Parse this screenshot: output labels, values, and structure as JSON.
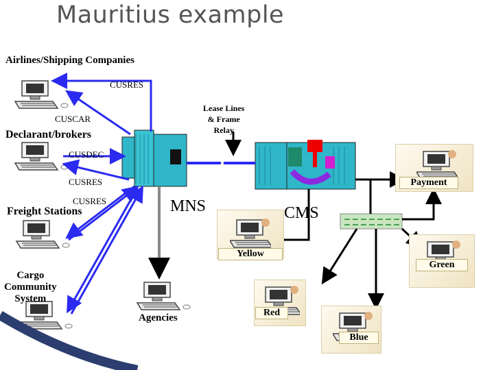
{
  "title": "Mauritius example",
  "nodes": {
    "airlines": "Airlines/Shipping Companies",
    "declarant": "Declarant/brokers",
    "freight": "Freight Stations",
    "cargo_line1": "Cargo",
    "cargo_line2": "Community",
    "cargo_line3": "System",
    "agencies": "Agencies",
    "mns": "MNS",
    "cms": "CMS"
  },
  "messages": {
    "cusres_top": "CUSRES",
    "cuscar": "CUSCAR",
    "cusdec": "CUSDEC",
    "cusres_mid": "CUSRES",
    "cusres_low": "CUSRES",
    "lease_line1": "Lease Lines",
    "lease_line2": "& Frame",
    "lease_line3": "Relay"
  },
  "channels": {
    "payment": "Payment",
    "yellow": "Yellow",
    "green": "Green",
    "red": "Red",
    "blue": "Blue"
  },
  "colors": {
    "link_blue": "#2a2af0",
    "arrow_black": "#000000",
    "mainframe_cyan": "#2fb7c9",
    "hub_green": "#c8e6c0"
  }
}
